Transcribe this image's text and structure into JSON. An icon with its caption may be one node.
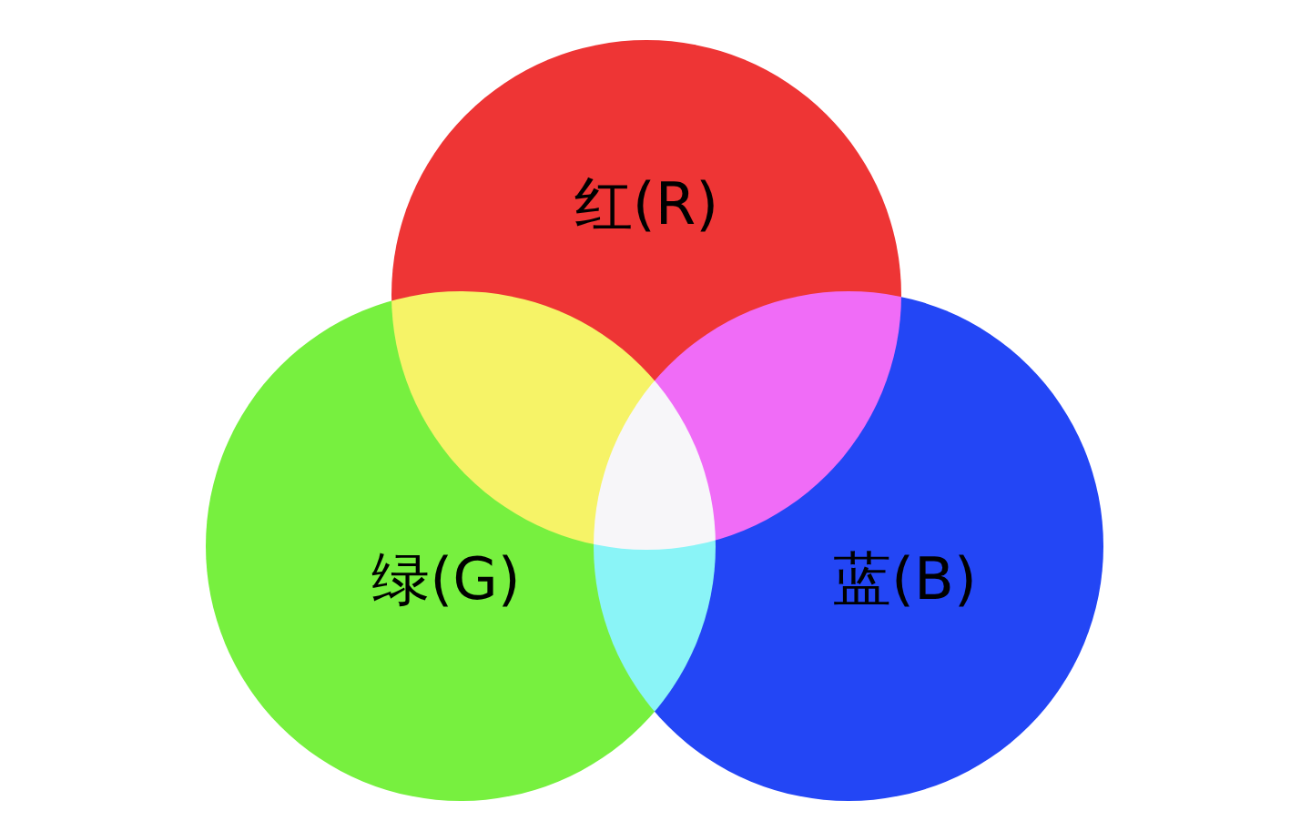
{
  "diagram": {
    "nodes": [
      {
        "text": [
          "红(R)"
        ]
      },
      {
        "text": [
          "绿(G)"
        ]
      },
      {
        "text": [
          "蓝(B)"
        ]
      }
    ],
    "edges": []
  }
}
